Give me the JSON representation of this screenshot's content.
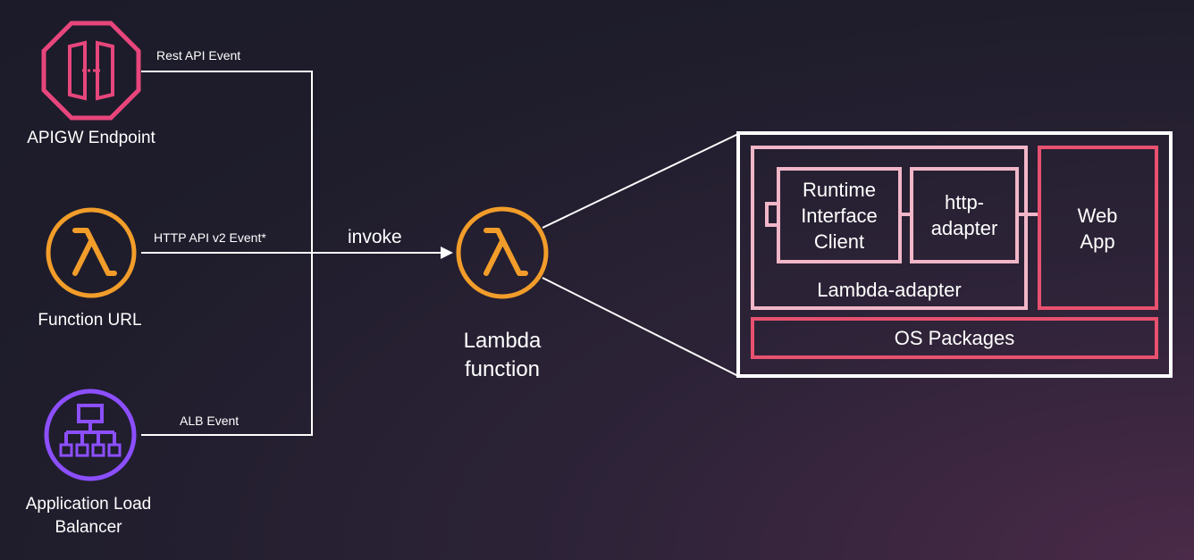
{
  "sources": [
    {
      "name": "APIGW Endpoint",
      "event": "Rest API Event",
      "icon": "api-gateway-endpoint-icon",
      "color": "#e7467c"
    },
    {
      "name": "Function URL",
      "event": "HTTP API v2 Event*",
      "icon": "lambda-icon",
      "color": "#f29d2a"
    },
    {
      "name": "Application Load Balancer",
      "event": "ALB Event",
      "icon": "load-balancer-icon",
      "color": "#8c4fff"
    }
  ],
  "invoke_label": "invoke",
  "target": {
    "name": "Lambda function",
    "icon": "lambda-icon",
    "color": "#f29d2a"
  },
  "container": {
    "runtime_client": "Runtime Interface Client",
    "http_adapter": "http-adapter",
    "lambda_adapter": "Lambda-adapter",
    "web_app": "Web App",
    "os_packages": "OS Packages",
    "colors": {
      "outer": "#ffffff",
      "adapter": "#f1b7c8",
      "app": "#e8516f"
    }
  }
}
